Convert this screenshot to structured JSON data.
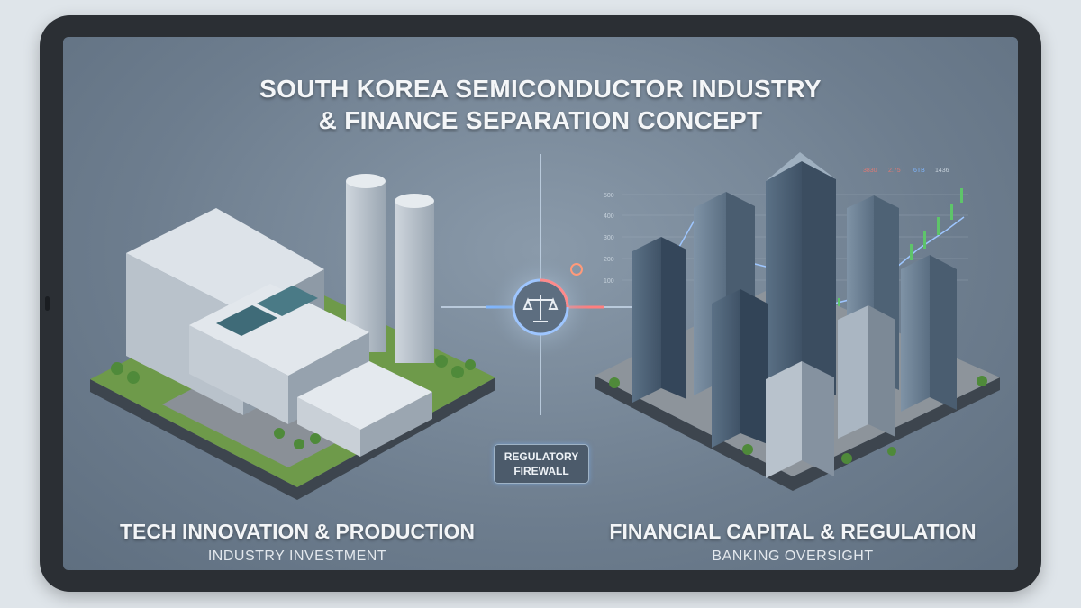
{
  "title": {
    "line1": "SOUTH KOREA SEMICONDUCTOR INDUSTRY",
    "line2": "& FINANCE SEPARATION CONCEPT"
  },
  "center": {
    "firewall_line1": "REGULATORY",
    "firewall_line2": "FIREWALL",
    "icon": "scales-of-justice-icon"
  },
  "left_panel": {
    "title": "TECH INNOVATION & PRODUCTION",
    "subtitle": "INDUSTRY INVESTMENT"
  },
  "right_panel": {
    "title": "FINANCIAL CAPITAL & REGULATION",
    "subtitle": "BANKING OVERSIGHT"
  },
  "chart_ticks": [
    "500",
    "400",
    "300",
    "200",
    "100"
  ],
  "chart_header": [
    "3830",
    "2.75",
    "6TB",
    "1436"
  ],
  "colors": {
    "screen": "#6d7d8e",
    "bezel": "#2b2f34",
    "grass": "#6e9a4a",
    "up_candle": "#5ec46a",
    "down_candle": "#e0605a",
    "glow_blue": "#7fb6ff",
    "glow_red": "#ff7f7f"
  }
}
